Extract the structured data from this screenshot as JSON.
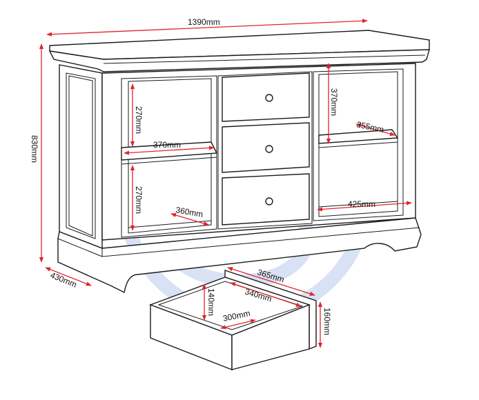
{
  "colors": {
    "dimension": "#e0242b",
    "outline": "#1a1a1a",
    "watermark": "#d9e1f5",
    "background": "#ffffff"
  },
  "watermark": {
    "shape": "circle-s-logo"
  },
  "dimensions": {
    "overall_width": "1390mm",
    "overall_height": "830mm",
    "overall_depth": "430mm",
    "left_upper_shelf_height": "270mm",
    "left_upper_shelf_width": "370mm",
    "left_lower_shelf_height": "270mm",
    "left_lower_shelf_depth": "360mm",
    "right_upper_shelf_height": "370mm",
    "right_upper_shelf_depth": "355mm",
    "right_lower_shelf_width": "425mm",
    "drawer_length": "365mm",
    "drawer_inner_length": "340mm",
    "drawer_inner_height": "140mm",
    "drawer_inner_width": "300mm",
    "drawer_front_height": "160mm"
  }
}
